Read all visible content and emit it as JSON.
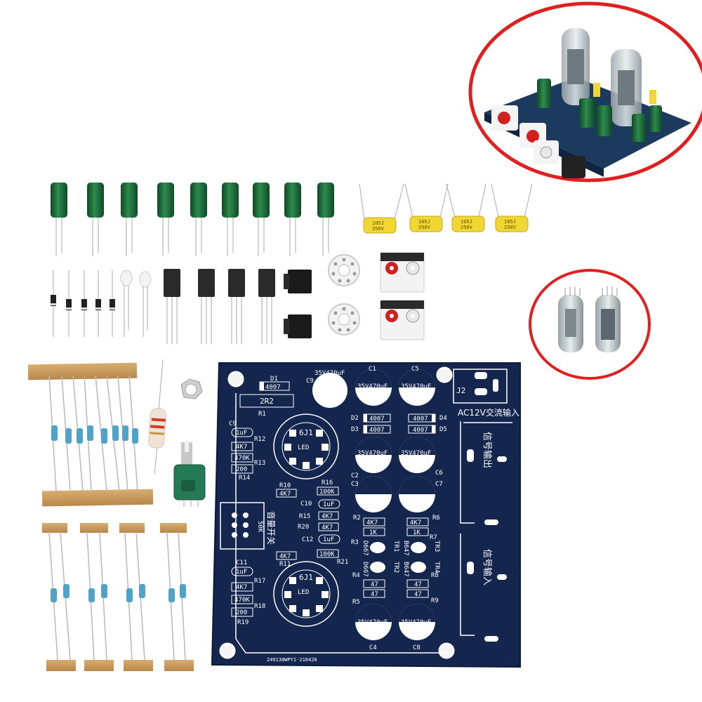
{
  "colors": {
    "pcb": "#14264e",
    "pcb_edge": "#0c1a3a",
    "silk": "#ffffff",
    "circle_highlight": "#e02020",
    "electrolytic": "#1f6a3a",
    "film_cap": "#f2d633",
    "resistor_body": "#4fa3c9",
    "tape": "#c79a5a"
  },
  "pcb": {
    "diode_labels": [
      "D1",
      "D2",
      "D3",
      "D4",
      "D5"
    ],
    "diode_value": "4007",
    "r1_value": "2R2",
    "r1_label": "R1",
    "c9_label": "C9",
    "c9_value": "35V470uF",
    "c1_label": "C1",
    "c5_label": "C5",
    "c_value": "35V470uF",
    "c2_label": "C2",
    "c3_label": "C3",
    "c4_label": "C4",
    "c6_label": "C6",
    "c7_label": "C7",
    "c8_label": "C8",
    "c10_label": "C10",
    "c11_label": "C11",
    "c12_label": "C12",
    "small_cap_value": "1uF",
    "j2_label": "J2",
    "ac_input": "AC12V交流输入",
    "tube_label": "6J1",
    "led_label": "LED",
    "r_labels_top": [
      "R12",
      "R13",
      "R14",
      "R10",
      "R15",
      "R20",
      "R16"
    ],
    "r_values": [
      "4K7",
      "470K",
      "200",
      "4K7",
      "100K",
      "1K",
      "47"
    ],
    "pot_value": "50K",
    "volume_switch": "音量开关",
    "signal_out": "信号输出",
    "signal_in": "信号输入",
    "r_labels_mid": [
      "R2",
      "R3",
      "R6",
      "R7",
      "R11",
      "R21"
    ],
    "tr_labels": [
      "TR1",
      "TR2",
      "TR3",
      "TR4"
    ],
    "transistor_code": "D667",
    "transistor_code2": "B647",
    "r_labels_low": [
      "R4",
      "R5",
      "R8",
      "R9",
      "R17",
      "R18",
      "R19"
    ],
    "serial": "249138WPY1-210420"
  },
  "film_cap_text": [
    "105J",
    "250V"
  ]
}
